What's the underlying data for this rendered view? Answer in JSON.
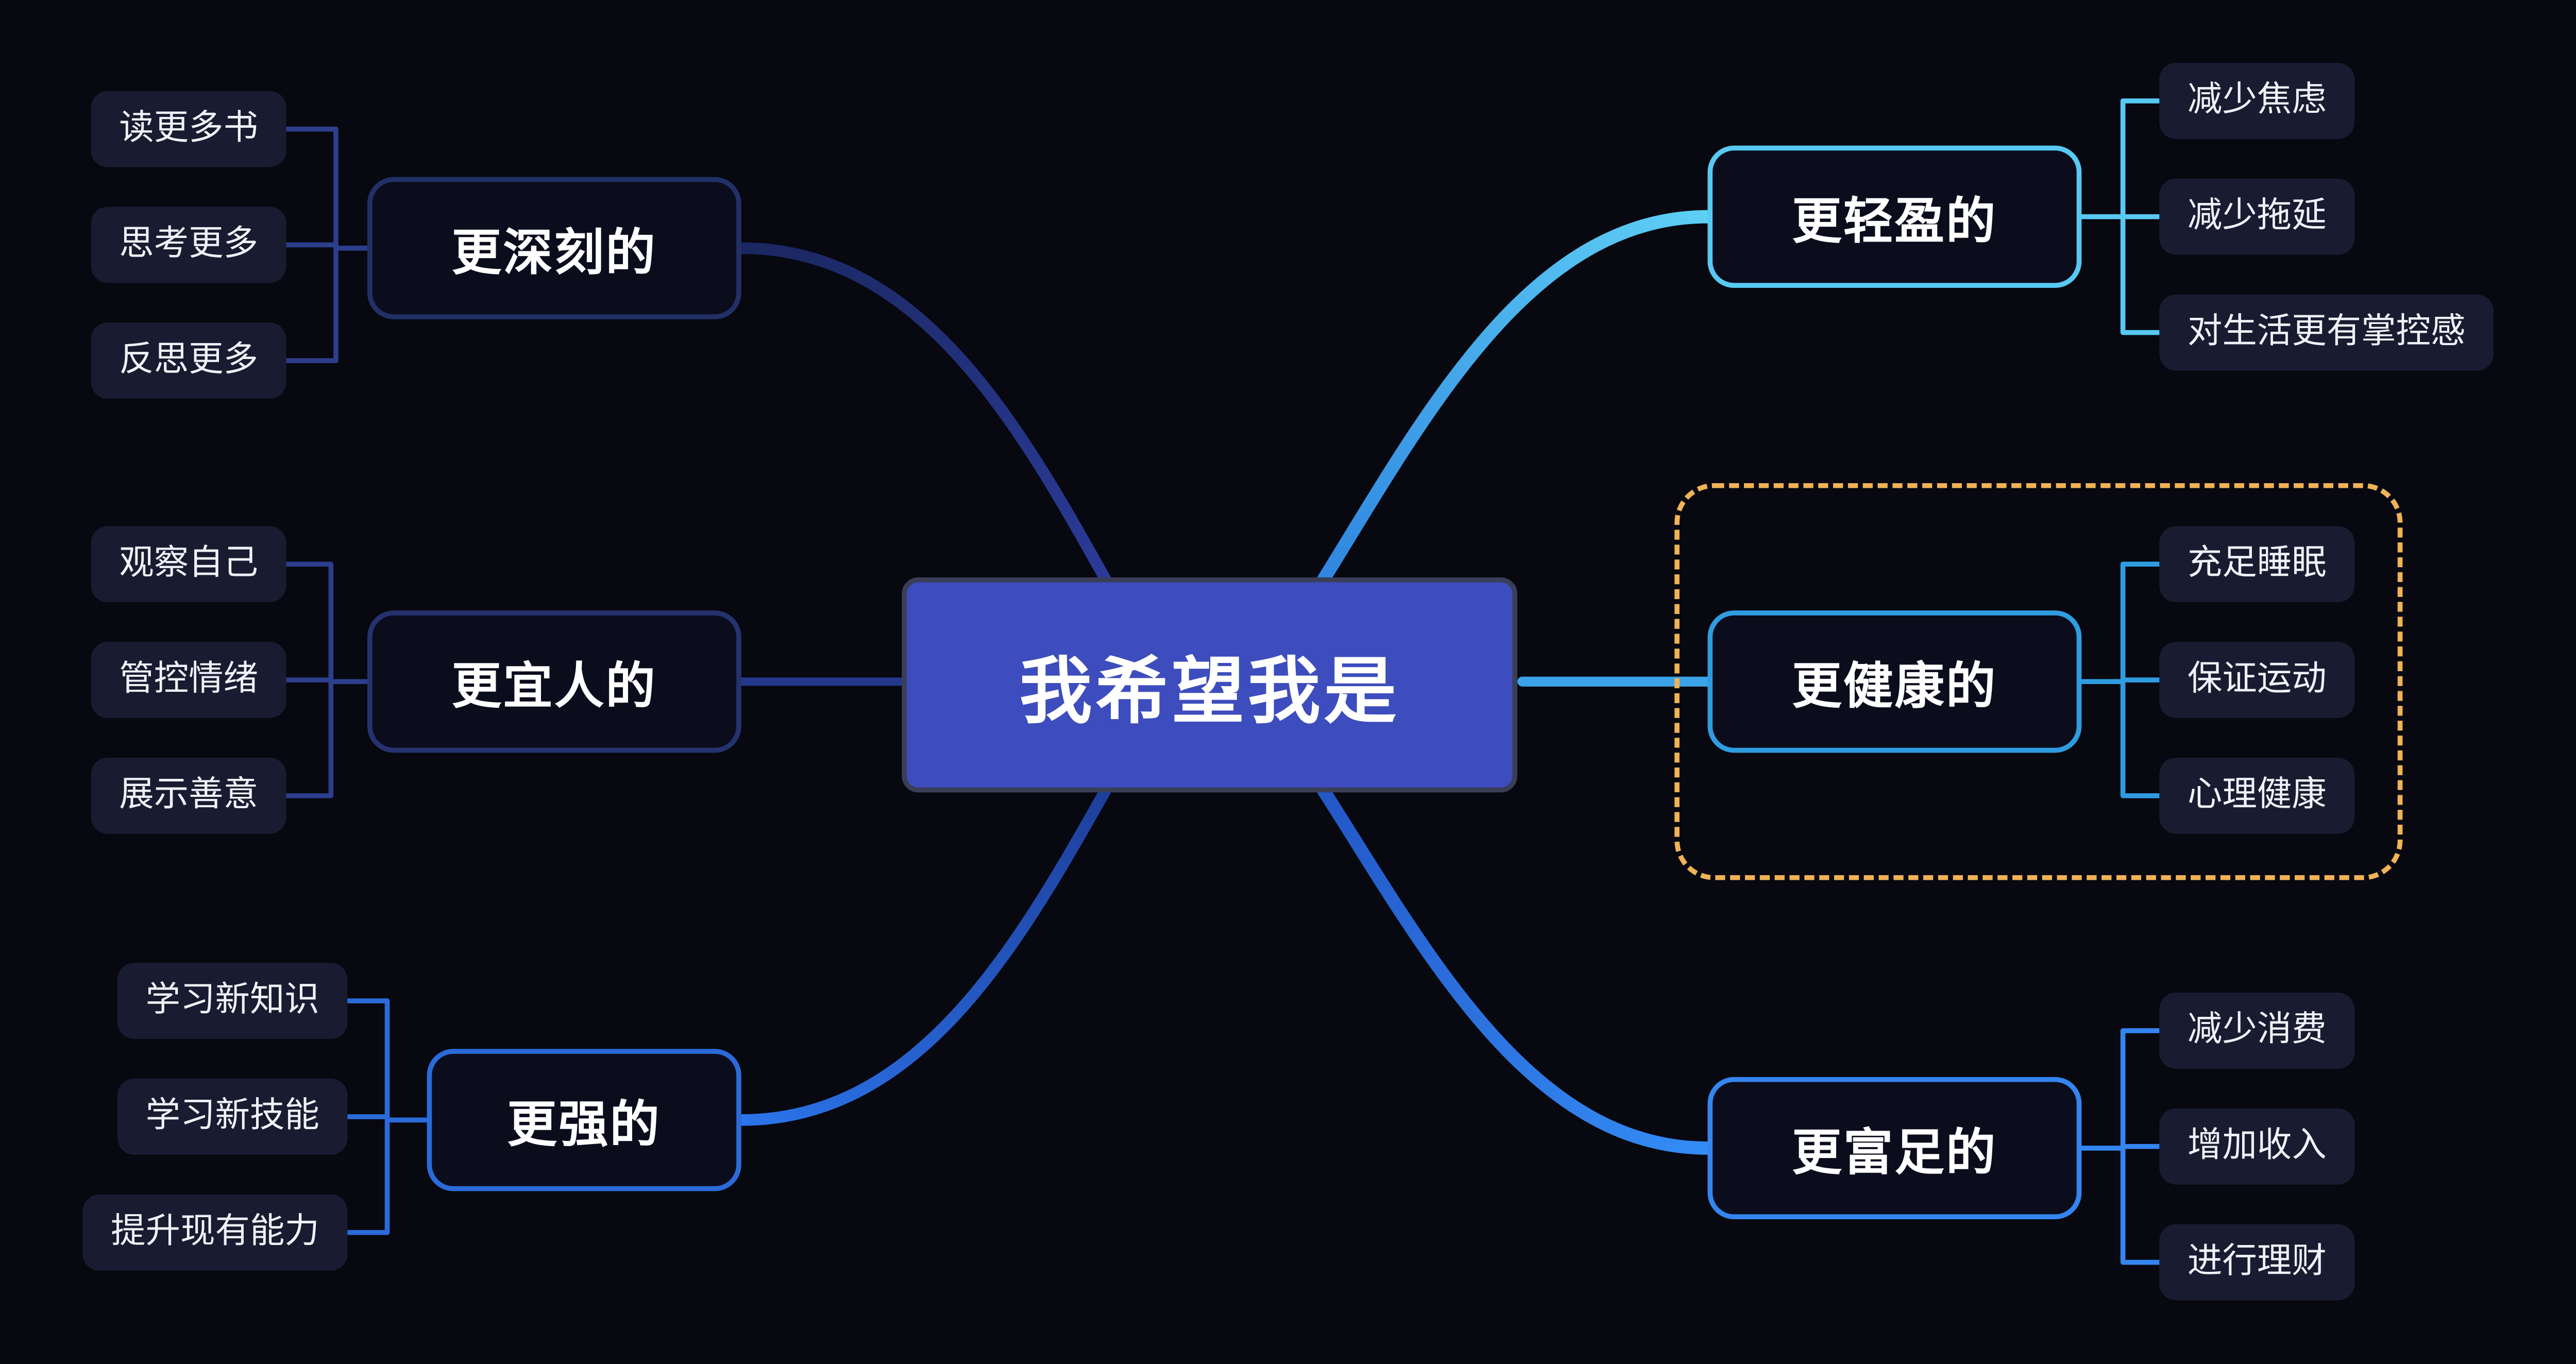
{
  "root": {
    "label": "我希望我是"
  },
  "branches": [
    {
      "id": "deep",
      "label": "更深刻的",
      "children": [
        "读更多书",
        "思考更多",
        "反思更多"
      ]
    },
    {
      "id": "pleasant",
      "label": "更宜人的",
      "children": [
        "观察自己",
        "管控情绪",
        "展示善意"
      ]
    },
    {
      "id": "strong",
      "label": "更强的",
      "children": [
        "学习新知识",
        "学习新技能",
        "提升现有能力"
      ]
    },
    {
      "id": "light",
      "label": "更轻盈的",
      "children": [
        "减少焦虑",
        "减少拖延",
        "对生活更有掌控感"
      ]
    },
    {
      "id": "healthy",
      "label": "更健康的",
      "children": [
        "充足睡眠",
        "保证运动",
        "心理健康"
      ]
    },
    {
      "id": "rich",
      "label": "更富足的",
      "children": [
        "减少消费",
        "增加收入",
        "进行理财"
      ]
    }
  ],
  "colors": {
    "background": "#070810",
    "root_fill": "#3d4dbe",
    "pill_fill": "#191c30",
    "branch_deep": "#223067",
    "branch_pleasant": "#24336e",
    "branch_strong": "#2b6bd9",
    "branch_light": "#58c9f2",
    "branch_healthy": "#2f9ce0",
    "branch_rich": "#3485f0",
    "group_outline": "#f0b356"
  }
}
